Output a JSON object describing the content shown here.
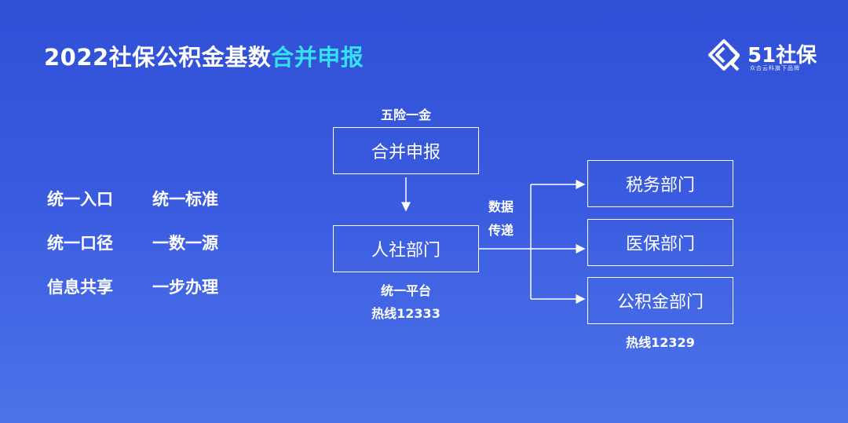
{
  "title": {
    "main": "2022社保公积金基数",
    "highlight": "合并申报"
  },
  "logo": {
    "brand": "51社保",
    "tagline": "众合云科旗下品牌"
  },
  "slogans": [
    [
      "统一入口",
      "统一标准"
    ],
    [
      "统一口径",
      "一数一源"
    ],
    [
      "信息共享",
      "一步办理"
    ]
  ],
  "diagram": {
    "top_label": "五险一金",
    "box_merge": "合并申报",
    "box_social": "人社部门",
    "social_label_1": "统一平台",
    "social_label_2": "热线12333",
    "transfer_label_1": "数据",
    "transfer_label_2": "传递",
    "box_tax": "税务部门",
    "box_medical": "医保部门",
    "box_fund": "公积金部门",
    "fund_label": "热线12329"
  },
  "colors": {
    "highlight": "#35e0f2",
    "background_top": "#2f4fd6",
    "background_bottom": "#4d74ea"
  }
}
